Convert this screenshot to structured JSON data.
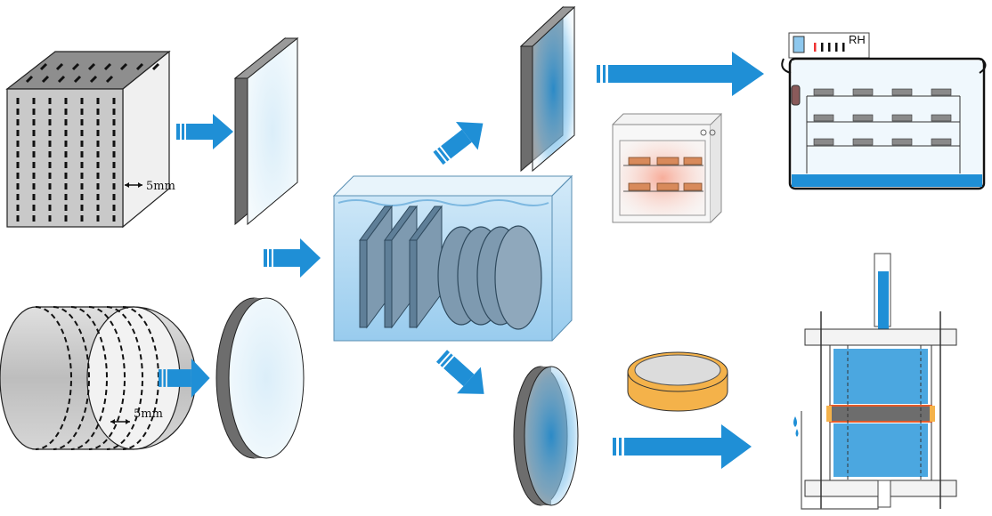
{
  "labels": {
    "cube_spacing": "5mm",
    "cylinder_spacing": "5mm",
    "humidity": "RH"
  },
  "colors": {
    "arrow": "#1f8fd6",
    "water": "#9fd1ef",
    "gray_face": "#c9c9c9",
    "dark_face": "#6d6d6d",
    "oven_heat": "#f7a48f",
    "ring": "#f4b24a"
  },
  "icons": [
    "cube-specimen",
    "cylinder-specimen",
    "water-tank",
    "drying-oven",
    "humidity-chamber",
    "permeability-cell",
    "sealing-ring"
  ]
}
